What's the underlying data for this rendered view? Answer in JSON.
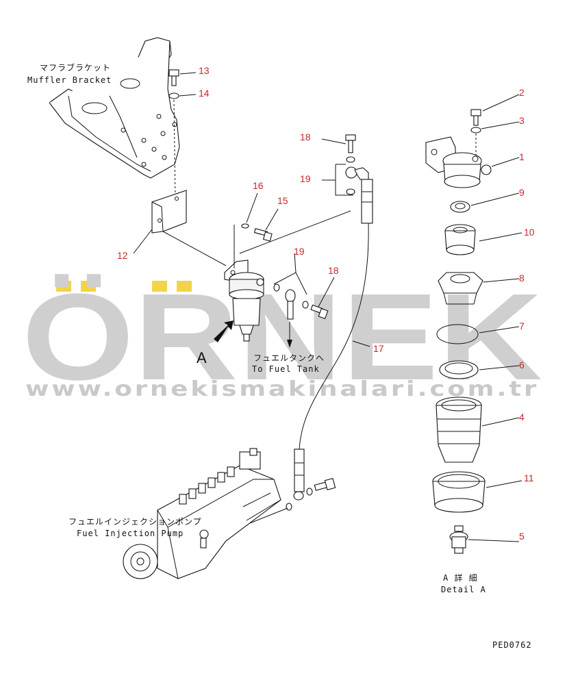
{
  "watermark": {
    "brand": "ÖRNEK",
    "url": "www.ornekismakinalari.com.tr",
    "accent_color": "#f2d44a",
    "text_color": "#cfcfcf"
  },
  "labels": {
    "muffler_bracket_jp": "マフラブラケット",
    "muffler_bracket_en": "Muffler Bracket",
    "to_fuel_tank_jp": "フュエルタンクへ",
    "to_fuel_tank_en": "To Fuel Tank",
    "fuel_injection_pump_jp": "フュエルインジェクションポンプ",
    "fuel_injection_pump_en": "Fuel Injection Pump",
    "view_a": "A",
    "detail_a_jp": "A 詳 細",
    "detail_a_en": "Detail A",
    "drawing_code": "PED0762"
  },
  "part_numbers": {
    "p1": "1",
    "p2": "2",
    "p3": "3",
    "p4": "4",
    "p5": "5",
    "p6": "6",
    "p7": "7",
    "p8": "8",
    "p9": "9",
    "p10": "10",
    "p11": "11",
    "p12": "12",
    "p13": "13",
    "p14": "14",
    "p15": "15",
    "p16": "16",
    "p17": "17",
    "p18a": "18",
    "p18b": "18",
    "p19a": "19",
    "p19b": "19"
  },
  "colors": {
    "part_number": "#c62828",
    "line": "#111111"
  }
}
